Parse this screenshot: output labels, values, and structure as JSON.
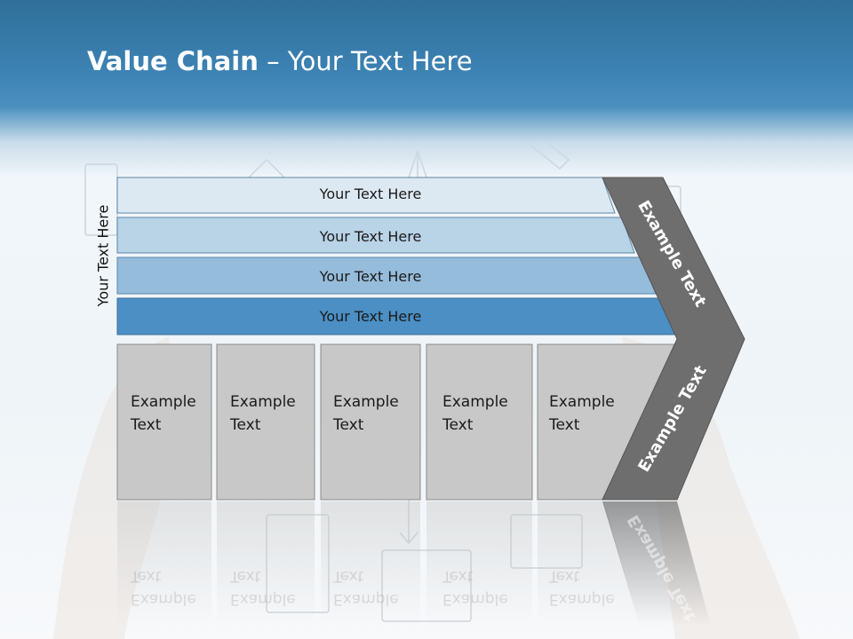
{
  "title": {
    "bold": "Value Chain",
    "rest": " – Your Text Here"
  },
  "side_label": "Your Text Here",
  "stripes": [
    {
      "label": "Your Text Here",
      "color": "#dde9f2"
    },
    {
      "label": "Your Text Here",
      "color": "#b9d3e7"
    },
    {
      "label": "Your Text Here",
      "color": "#96bcdb"
    },
    {
      "label": "Your Text Here",
      "color": "#4b8fc4"
    }
  ],
  "boxes": [
    {
      "line1": "Example",
      "line2": "Text"
    },
    {
      "line1": "Example",
      "line2": "Text"
    },
    {
      "line1": "Example",
      "line2": "Text"
    },
    {
      "line1": "Example",
      "line2": "Text"
    },
    {
      "line1": "Example",
      "line2": "Text"
    }
  ],
  "chevron": {
    "upper_label": "Example Text",
    "lower_label": "Example Text",
    "color": "#6e6e6e"
  },
  "colors": {
    "box_fill": "#c8c8c8",
    "title_band": "#3c82b3"
  }
}
